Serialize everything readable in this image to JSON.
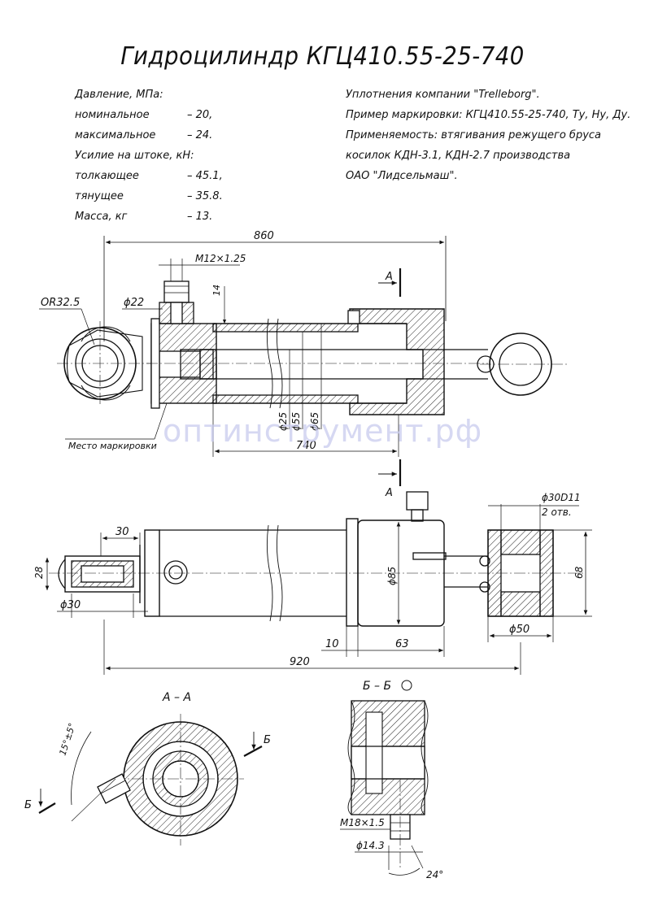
{
  "title": "Гидроцилиндр КГЦ410.55-25-740",
  "specs": [
    {
      "label": "Давление, МПа:",
      "value": ""
    },
    {
      "label": "номинальное",
      "value": "– 20,"
    },
    {
      "label": "максимальное",
      "value": "– 24."
    },
    {
      "label": "Усилие на штоке, кН:",
      "value": ""
    },
    {
      "label": "толкающее",
      "value": "– 45.1,"
    },
    {
      "label": "тянущее",
      "value": "– 35.8."
    },
    {
      "label": "Масса, кг",
      "value": "– 13."
    }
  ],
  "notes": [
    "Уплотнения компании \"Trelleborg\".",
    "Пример маркировки: КГЦ410.55-25-740, Ту, Ну, Ду.",
    "Применяемость: втягивания режущего бруса",
    "косилок КДН-3.1, КДН-2.7 производства",
    "ОАО \"Лидсельмаш\"."
  ],
  "watermark": "оптинструмент.рф",
  "dimensions": {
    "d860": "860",
    "m12": "M12×1.25",
    "d14": "14",
    "or325": "OR32.5",
    "phi22": "ϕ22",
    "section_a": "А",
    "phi25": "ϕ25",
    "phi55": "ϕ55",
    "phi65": "ϕ65",
    "d740": "740",
    "marking": "Место маркировки",
    "phi30d11": "ϕ30D11",
    "holes": "2 отв.",
    "d30": "30",
    "d28": "28",
    "phi30": "ϕ30",
    "phi85": "ϕ85",
    "d68": "68",
    "phi50": "ϕ50",
    "d10": "10",
    "d63": "63",
    "d920": "920",
    "aa": "А – А",
    "bb": "Б – Б",
    "b": "Б",
    "angle15": "15°±5°",
    "m18": "M18×1.5",
    "phi143": "ϕ14.3",
    "angle24": "24°"
  }
}
